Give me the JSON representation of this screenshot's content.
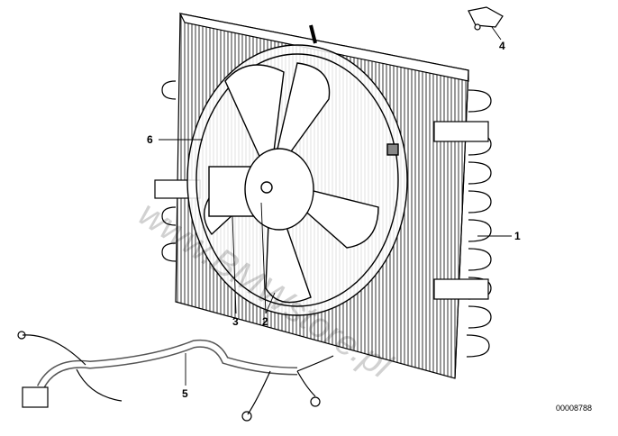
{
  "diagram": {
    "callouts": [
      {
        "id": "1",
        "part": "condenser"
      },
      {
        "id": "2",
        "part": "fan-wheel"
      },
      {
        "id": "3",
        "part": "fan-motor"
      },
      {
        "id": "4",
        "part": "bracket"
      },
      {
        "id": "5",
        "part": "wiring-harness"
      },
      {
        "id": "6",
        "part": "fan-shroud"
      }
    ],
    "image_id": "00008788",
    "watermark": "www.BMWstore.pl"
  }
}
